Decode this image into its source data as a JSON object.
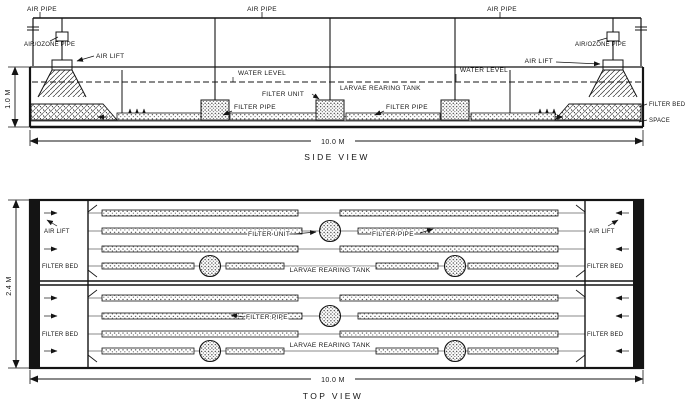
{
  "side_view": {
    "caption": "SIDE VIEW",
    "air_pipe_left": "AIR PIPE",
    "air_pipe_center": "AIR PIPE",
    "air_pipe_right": "AIR PIPE",
    "air_ozone_pipe_left": "AIR/OZONE PIPE",
    "air_ozone_pipe_right": "AIR/OZONE PIPE",
    "air_lift_left": "AIR LIFT",
    "air_lift_right": "AIR LIFT",
    "water_level_left": "WATER LEVEL",
    "water_level_right": "WATER LEVEL",
    "filter_unit": "FILTER UNIT",
    "larvae_rearing_tank": "LARVAE REARING TANK",
    "filter_pipe_left": "FILTER PIPE",
    "filter_pipe_right": "FILTER PIPE",
    "filter_bed": "FILTER BED",
    "space": "SPACE",
    "dim_height": "1.0 M",
    "dim_length": "10.0 M"
  },
  "top_view": {
    "caption": "TOP VIEW",
    "air_lift_left": "AIR LIFT",
    "air_lift_right": "AIR LIFT",
    "filter_bed_left_upper": "FILTER BED",
    "filter_bed_left_lower": "FILTER BED",
    "filter_bed_right_upper": "FILTER BED",
    "filter_bed_right_lower": "FILTER BED",
    "filter_unit": "FILTER UNIT",
    "filter_pipe_upper": "FILTER PIPE",
    "filter_pipe_lower": "FILTER PIPE",
    "larvae_rearing_tank_upper": "LARVAE REARING TANK",
    "larvae_rearing_tank_lower": "LARVAE REARING TANK",
    "dim_width": "2.4 M",
    "dim_length": "10.0 M"
  },
  "colors": {
    "ink": "#141414",
    "paper": "#ffffff"
  }
}
